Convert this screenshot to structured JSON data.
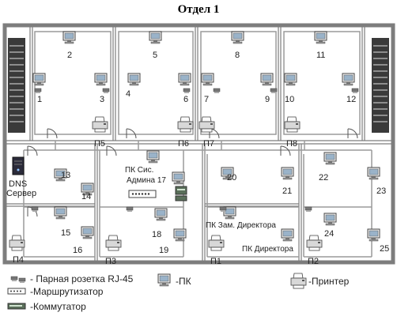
{
  "title": "Отдел 1",
  "pc_numbers": [
    "1",
    "2",
    "3",
    "4",
    "5",
    "6",
    "7",
    "8",
    "9",
    "10",
    "11",
    "12",
    "13",
    "14",
    "15",
    "16",
    "17",
    "18",
    "19",
    "20",
    "21",
    "22",
    "23",
    "24",
    "25"
  ],
  "printers": [
    "П1",
    "П2",
    "П3",
    "П4",
    "П5",
    "П6",
    "П7",
    "П8"
  ],
  "labels": {
    "dns_server": "DNS\nСервер",
    "admin_pc": "ПК Сис.\nАдмина 17",
    "deputy_director_pc": "ПК Зам. Директора",
    "director_pc": "ПК Директора"
  },
  "legend": {
    "socket": "- Парная розетка RJ-45",
    "router": "-Маршрутизатор",
    "switch": "-Коммутатор",
    "pc": "-ПК",
    "printer": "-Принтер"
  },
  "colors": {
    "wall": "#7d7d7d",
    "wall_fill": "#c8c8c8",
    "cable": "#9a9a9a",
    "device": "#555555"
  },
  "icons": [
    "pc-icon",
    "printer-icon",
    "server-icon",
    "router-icon",
    "switch-icon",
    "socket-icon",
    "door-icon",
    "stairs-icon"
  ]
}
